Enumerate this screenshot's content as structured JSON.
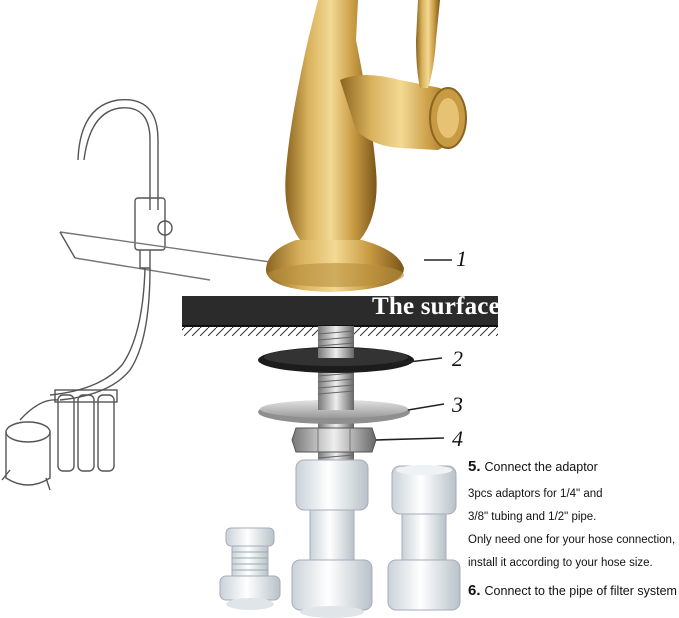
{
  "surface_label": "The surface",
  "part_labels": [
    "1",
    "2",
    "3",
    "4"
  ],
  "step5": {
    "number": "5.",
    "text": "Connect the adaptor"
  },
  "step5_notes": [
    "3pcs adaptors for 1/4\" and",
    "3/8\" tubing and 1/2\" pipe.",
    "Only need one for your hose connection,",
    "install it according to your hose size."
  ],
  "step6": {
    "number": "6.",
    "text": "Connect to the pipe of filter system"
  },
  "colors": {
    "brass": "#c9a24a",
    "surface": "#2b2b2b",
    "steel": "#b8b8b8"
  }
}
